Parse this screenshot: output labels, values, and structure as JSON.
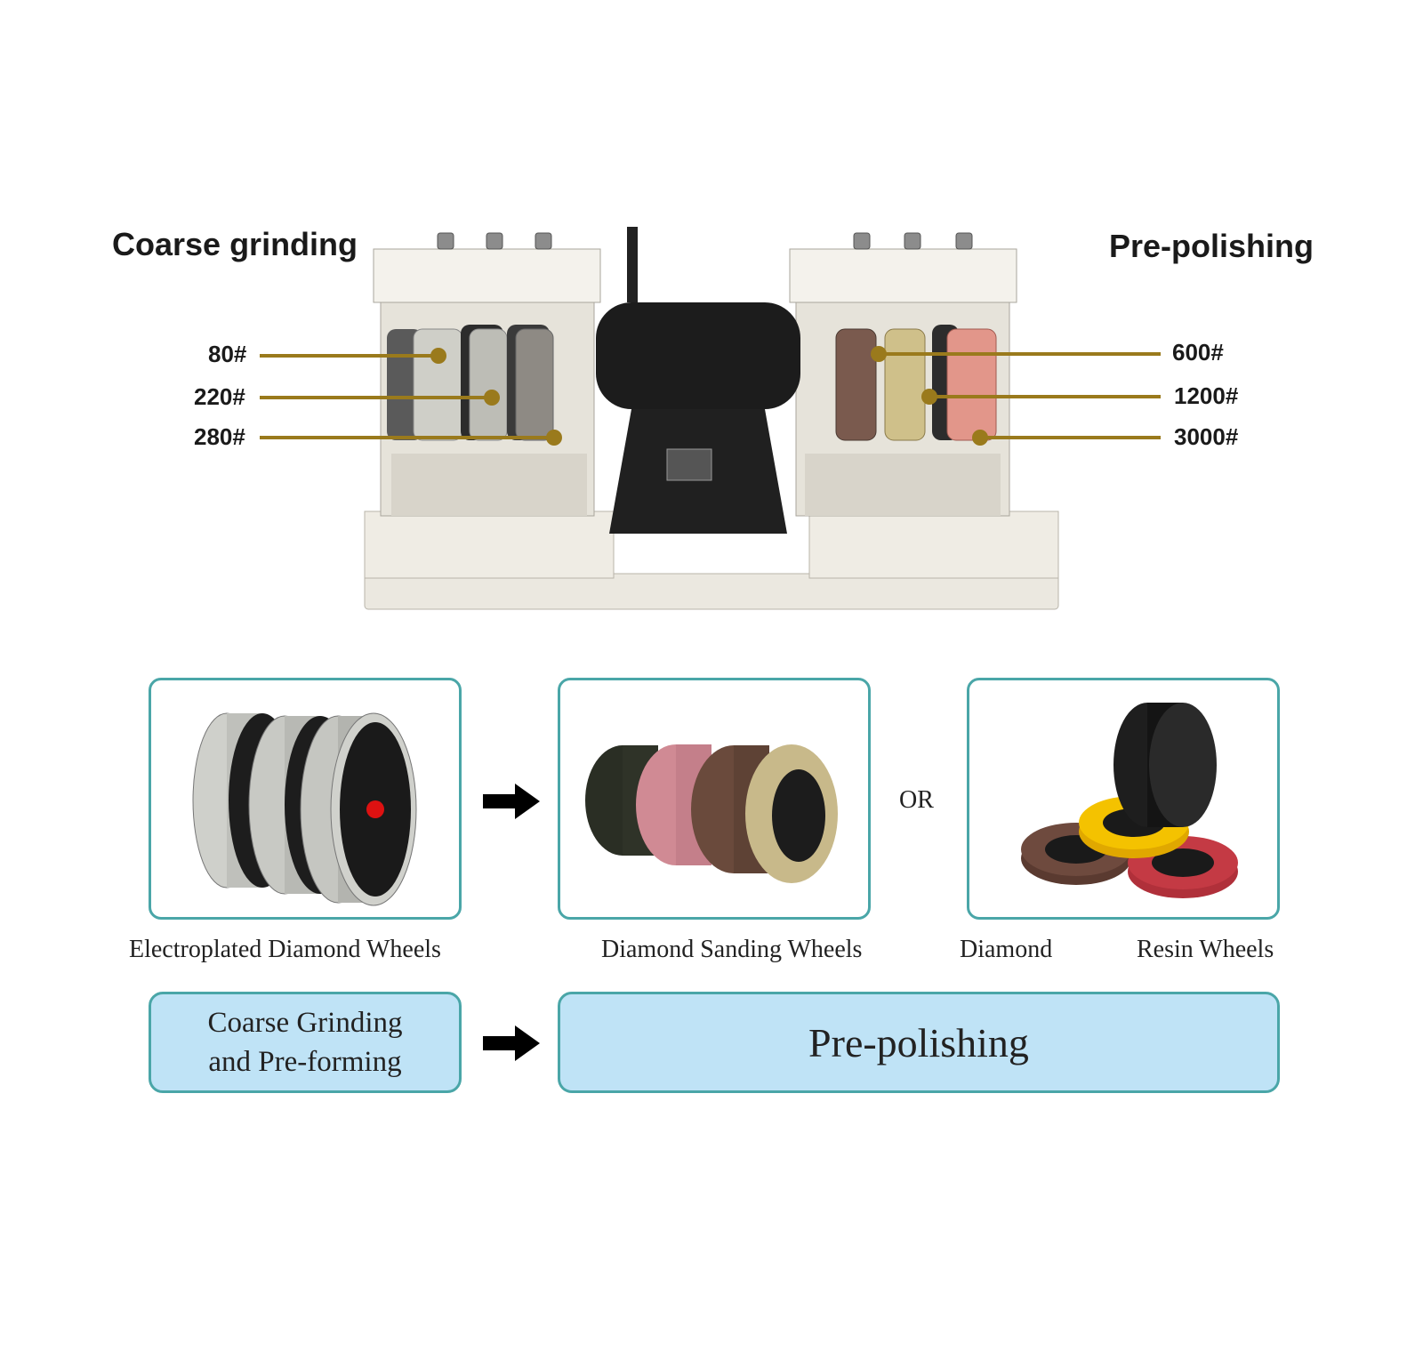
{
  "machine": {
    "left_title": "Coarse grinding",
    "right_title": "Pre-polishing",
    "left_grits": [
      "80#",
      "220#",
      "280#"
    ],
    "right_grits": [
      "600#",
      "1200#",
      "3000#"
    ],
    "leader_color": "#9a7a1c"
  },
  "wheels": {
    "electroplated_caption": "Electroplated Diamond Wheels",
    "sanding_caption": "Diamond Sanding Wheels",
    "or_label": "OR",
    "resin_caption_left": "Diamond",
    "resin_caption_right": "Resin Wheels"
  },
  "stages": {
    "coarse_line1": "Coarse Grinding",
    "coarse_line2": "and Pre-forming",
    "prepolish": "Pre-polishing"
  },
  "colors": {
    "card_border": "#4aa6a8",
    "stage_fill": "#bfe3f6"
  }
}
